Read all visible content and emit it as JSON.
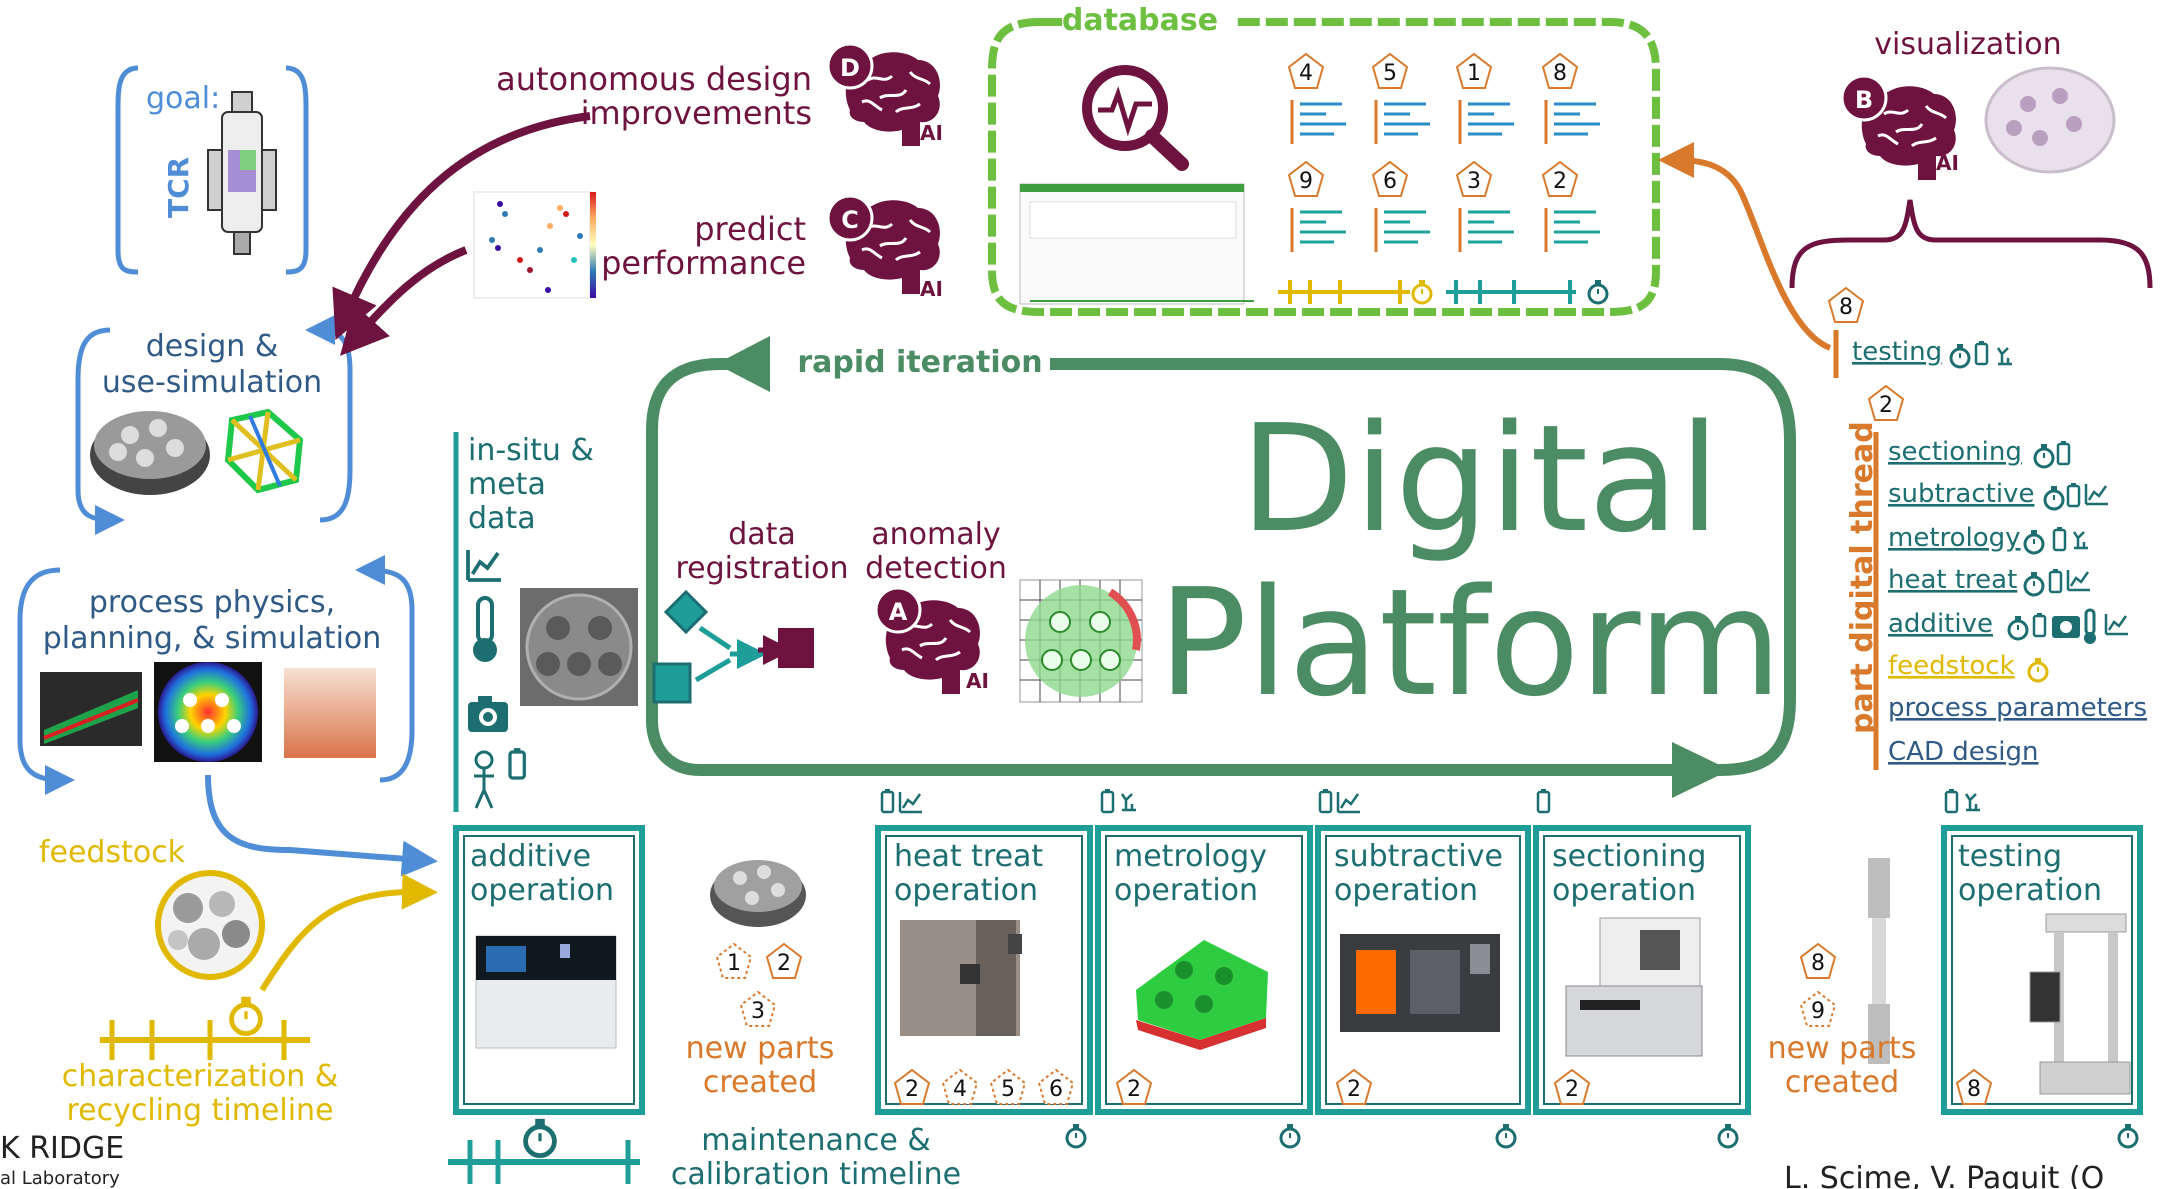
{
  "colors": {
    "purple": "#6e1340",
    "green": "#4c8c64",
    "teal": "#1f9d98",
    "lightgreen": "#6cbf3f",
    "blue": "#4f8ed6",
    "gold": "#e1b900",
    "orange": "#d9792b",
    "darkteal": "#1c6e71",
    "navy": "#2f5a86"
  },
  "goal": {
    "label": "goal:",
    "target": "TCR"
  },
  "design": {
    "line1": "design &",
    "line2": "use-simulation"
  },
  "process": {
    "line1": "process physics,",
    "line2": "planning, & simulation"
  },
  "feedstock_label": "feedstock",
  "char_timeline": {
    "line1": "characterization &",
    "line2": "recycling timeline"
  },
  "ornl": {
    "line1": "K RIDGE",
    "line2": "al Laboratory"
  },
  "autonomous": {
    "line1": "autonomous design",
    "line2": "improvements"
  },
  "predict": {
    "line1": "predict",
    "line2": "performance"
  },
  "ai_badges": {
    "d": "D",
    "c": "C",
    "b": "B",
    "a": "A",
    "ai": "AI"
  },
  "database_label": "database",
  "database_ids_top": [
    "4",
    "5",
    "1",
    "8"
  ],
  "database_ids_bottom": [
    "9",
    "6",
    "3",
    "2"
  ],
  "visualization_label": "visualization",
  "rapid_iteration": "rapid iteration",
  "digital_platform": {
    "line1": "Digital",
    "line2": "Platform"
  },
  "insitu": {
    "line1": "in-situ &",
    "line2": "meta",
    "line3": "data"
  },
  "data_registration": {
    "line1": "data",
    "line2": "registration"
  },
  "anomaly_detection": {
    "line1": "anomaly",
    "line2": "detection"
  },
  "part_thread": {
    "title": "part digital thread",
    "top_id": "8",
    "mid_id": "2",
    "testing": "testing",
    "items": [
      "sectioning",
      "subtractive",
      "metrology",
      "heat treat",
      "additive",
      "feedstock",
      "process parameters",
      "CAD design"
    ]
  },
  "operations": [
    {
      "line1": "additive",
      "line2": "operation",
      "ids": []
    },
    {
      "line1": "heat treat",
      "line2": "operation",
      "ids": [
        "2",
        "4",
        "5",
        "6"
      ]
    },
    {
      "line1": "metrology",
      "line2": "operation",
      "ids": [
        "2"
      ]
    },
    {
      "line1": "subtractive",
      "line2": "operation",
      "ids": [
        "2"
      ]
    },
    {
      "line1": "sectioning",
      "line2": "operation",
      "ids": [
        "2"
      ]
    },
    {
      "line1": "testing",
      "line2": "operation",
      "ids": [
        "8"
      ]
    }
  ],
  "new_parts_1": {
    "ids": [
      "1",
      "2",
      "3"
    ],
    "line1": "new parts",
    "line2": "created"
  },
  "new_parts_2": {
    "ids": [
      "8",
      "9"
    ],
    "line1": "new parts",
    "line2": "created"
  },
  "maintenance": {
    "line1": "maintenance &",
    "line2": "calibration timeline"
  },
  "credit": "L. Scime, V. Paquit (O"
}
